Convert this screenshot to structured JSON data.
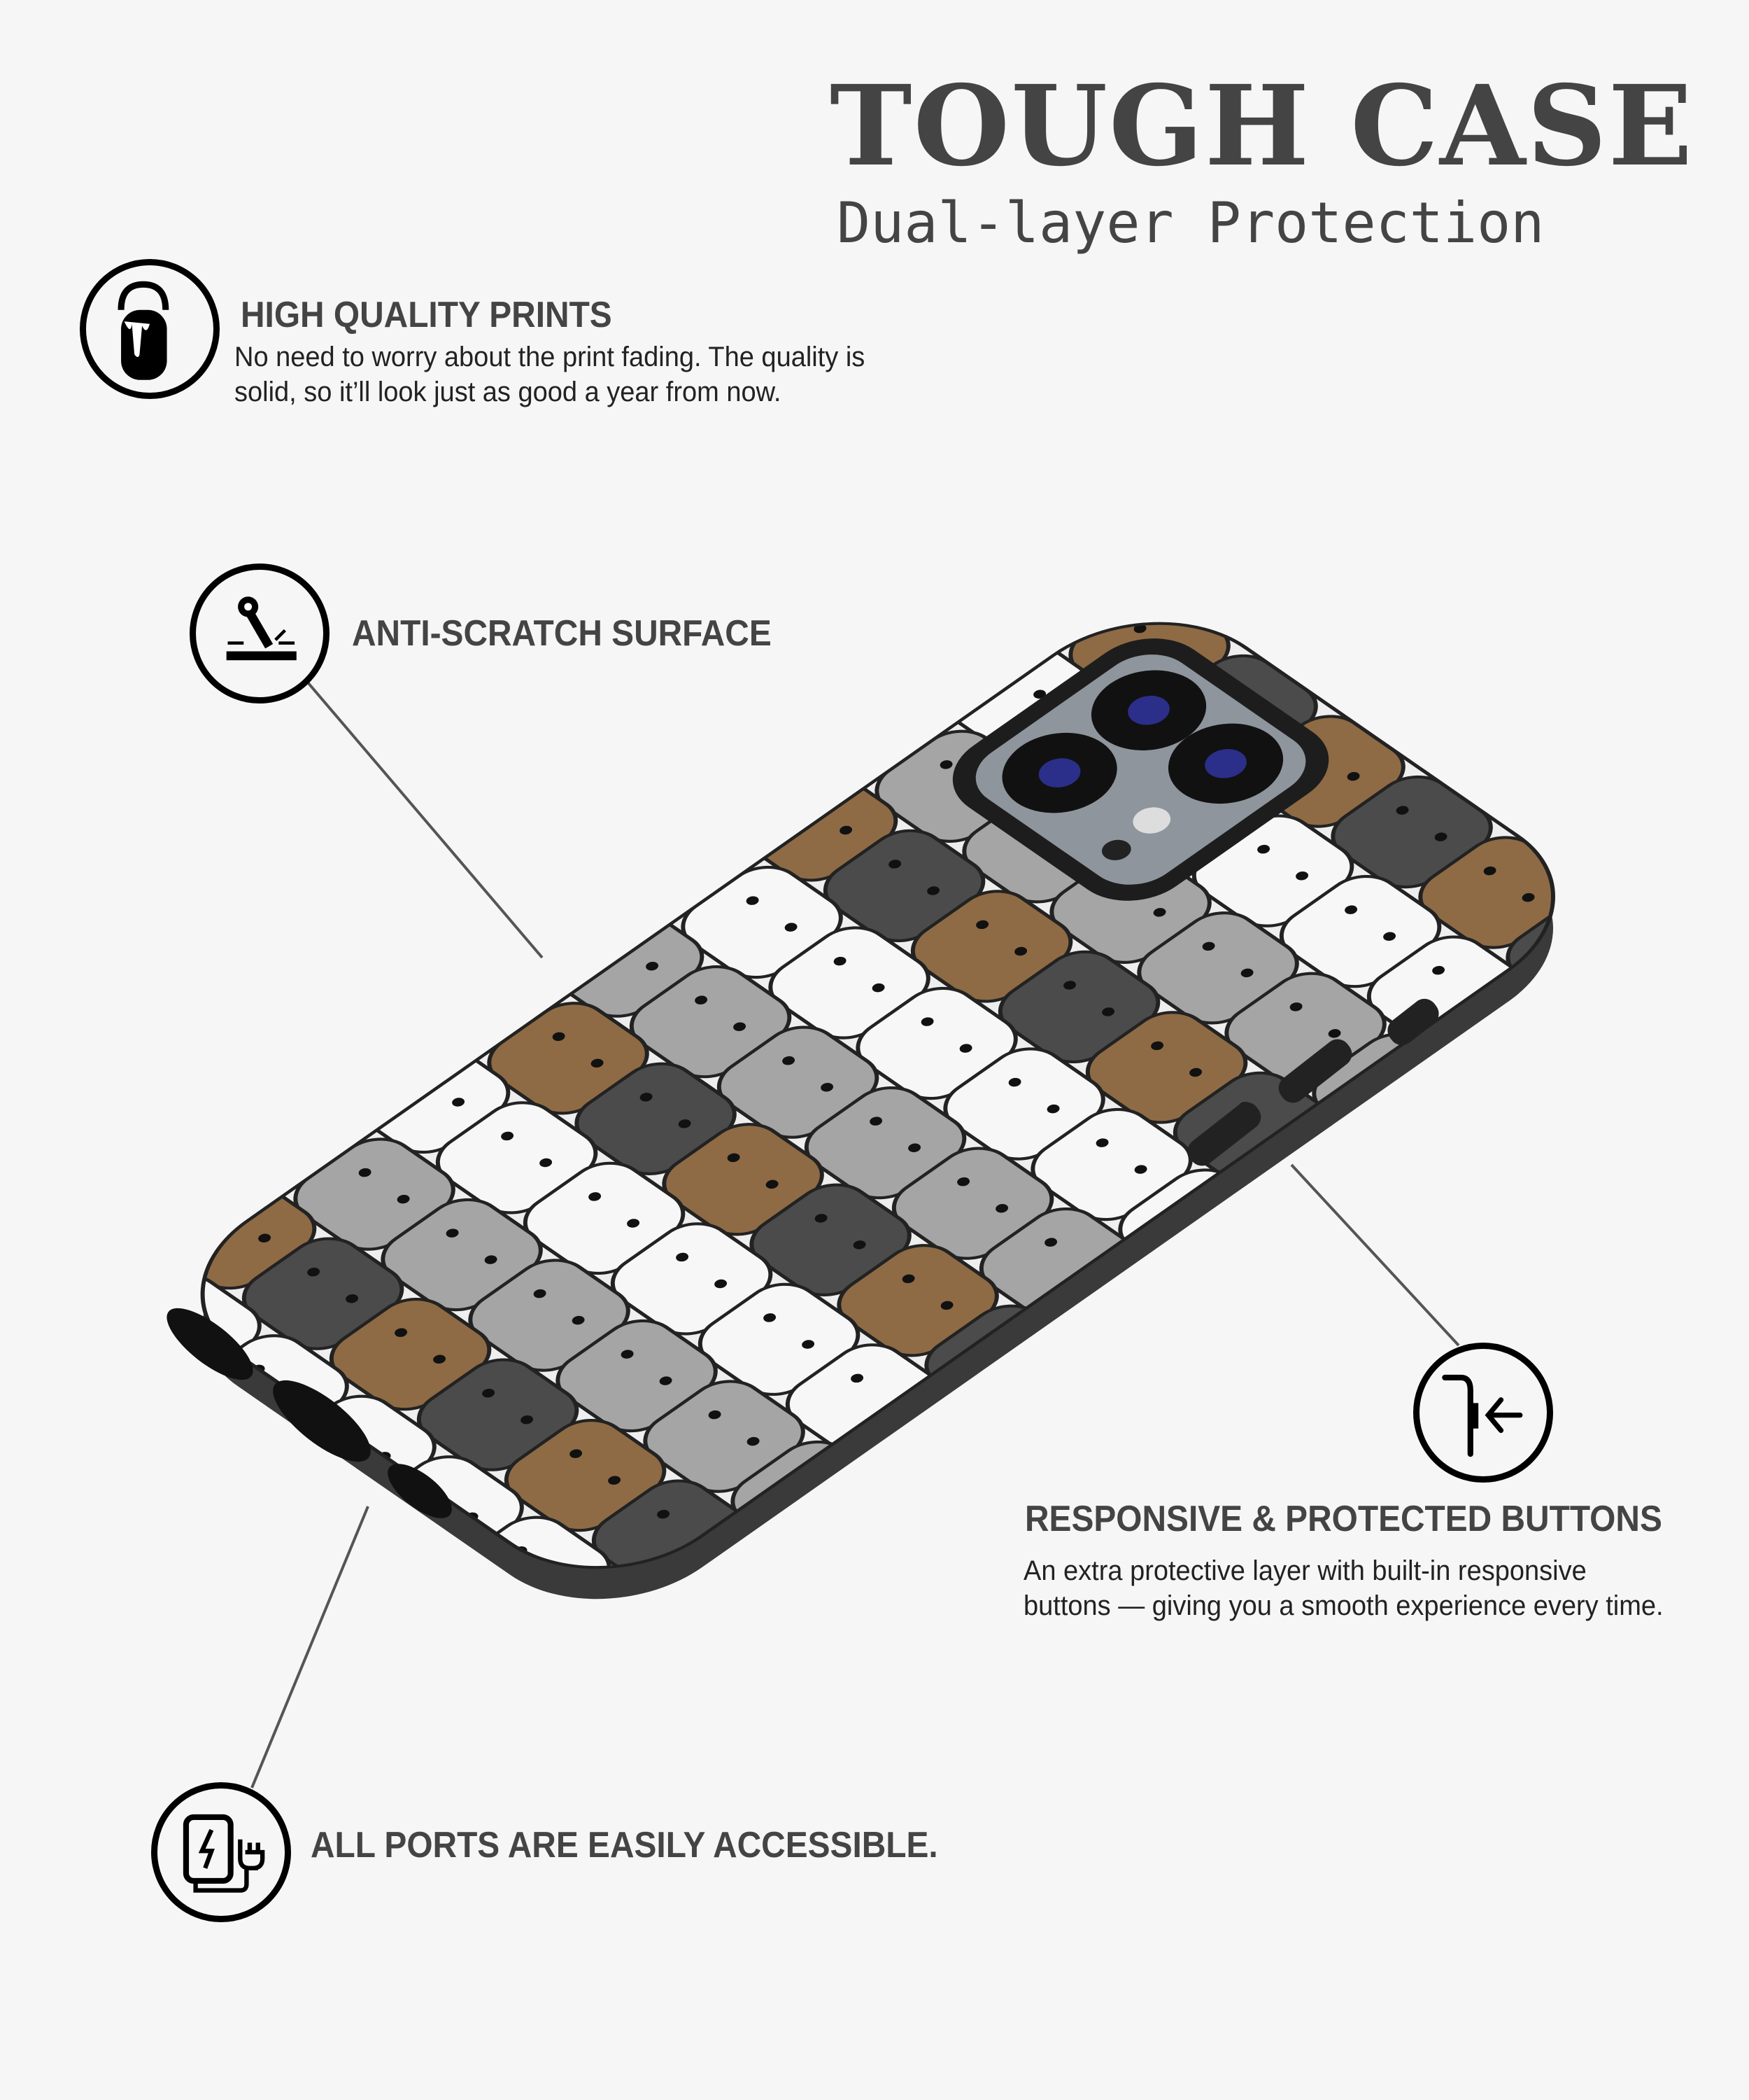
{
  "header": {
    "title": "TOUGH CASE",
    "subtitle": "Dual-layer Protection"
  },
  "features": {
    "prints": {
      "icon": "paint-bucket-icon",
      "title": "HIGH QUALITY PRINTS",
      "desc_line1": "No need to worry about the print fading. The quality is",
      "desc_line2": "solid, so it’ll look just as good a year from now."
    },
    "scratch": {
      "icon": "scratch-test-icon",
      "title": "ANTI-SCRATCH SURFACE"
    },
    "buttons": {
      "icon": "side-button-press-icon",
      "title": "RESPONSIVE & PROTECTED BUTTONS",
      "desc_line1": "An extra protective layer with built-in responsive",
      "desc_line2": "buttons — giving you a smooth experience every time."
    },
    "ports": {
      "icon": "phone-charging-port-icon",
      "title": "ALL PORTS ARE EASILY ACCESSIBLE."
    }
  },
  "colors": {
    "text": "#444444",
    "background": "#f6f6f6",
    "bear_brown": "#8e6b45",
    "bear_gray": "#a5a5a5",
    "bear_dark": "#4b4b4b",
    "bear_white": "#f7f7f7"
  }
}
